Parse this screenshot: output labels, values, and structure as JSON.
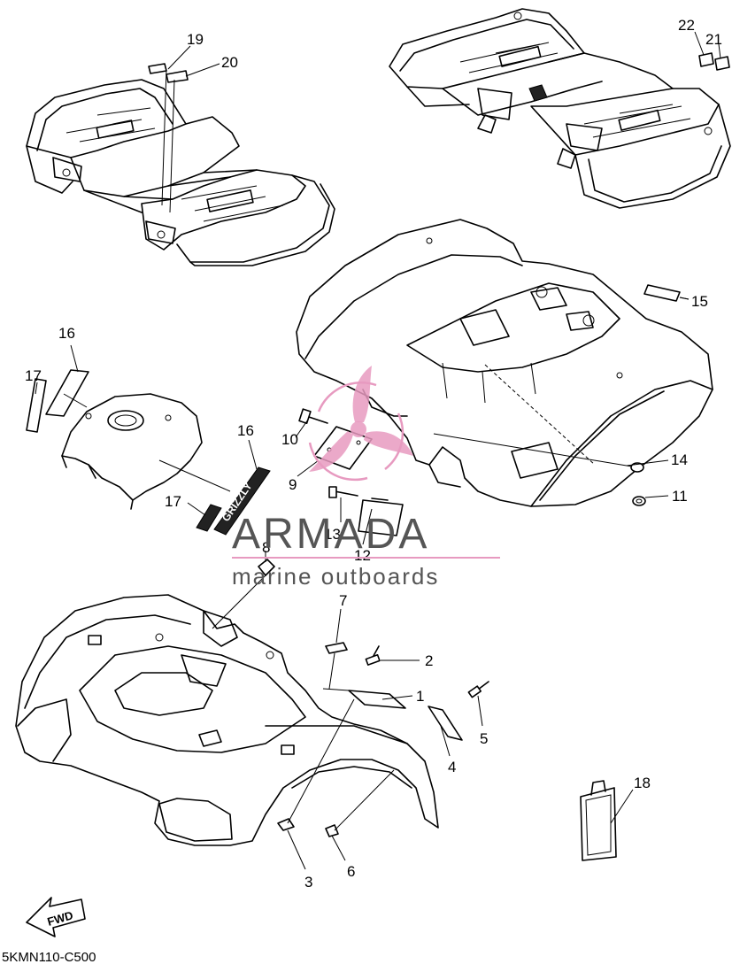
{
  "callouts": [
    "1",
    "2",
    "3",
    "4",
    "5",
    "6",
    "7",
    "8",
    "9",
    "10",
    "11",
    "12",
    "13",
    "14",
    "15",
    "16",
    "17",
    "18",
    "19",
    "20",
    "21",
    "22"
  ],
  "decal_text": "GRIZZLY",
  "watermark": {
    "brand": "ARMADA",
    "tagline": "marine outboards",
    "accent_color": "#e79ac0"
  },
  "fwd_arrow": "FWD",
  "diagram_code": "5KMN110-C500",
  "icons": [
    "propeller-logo-icon",
    "fwd-arrow-icon"
  ]
}
